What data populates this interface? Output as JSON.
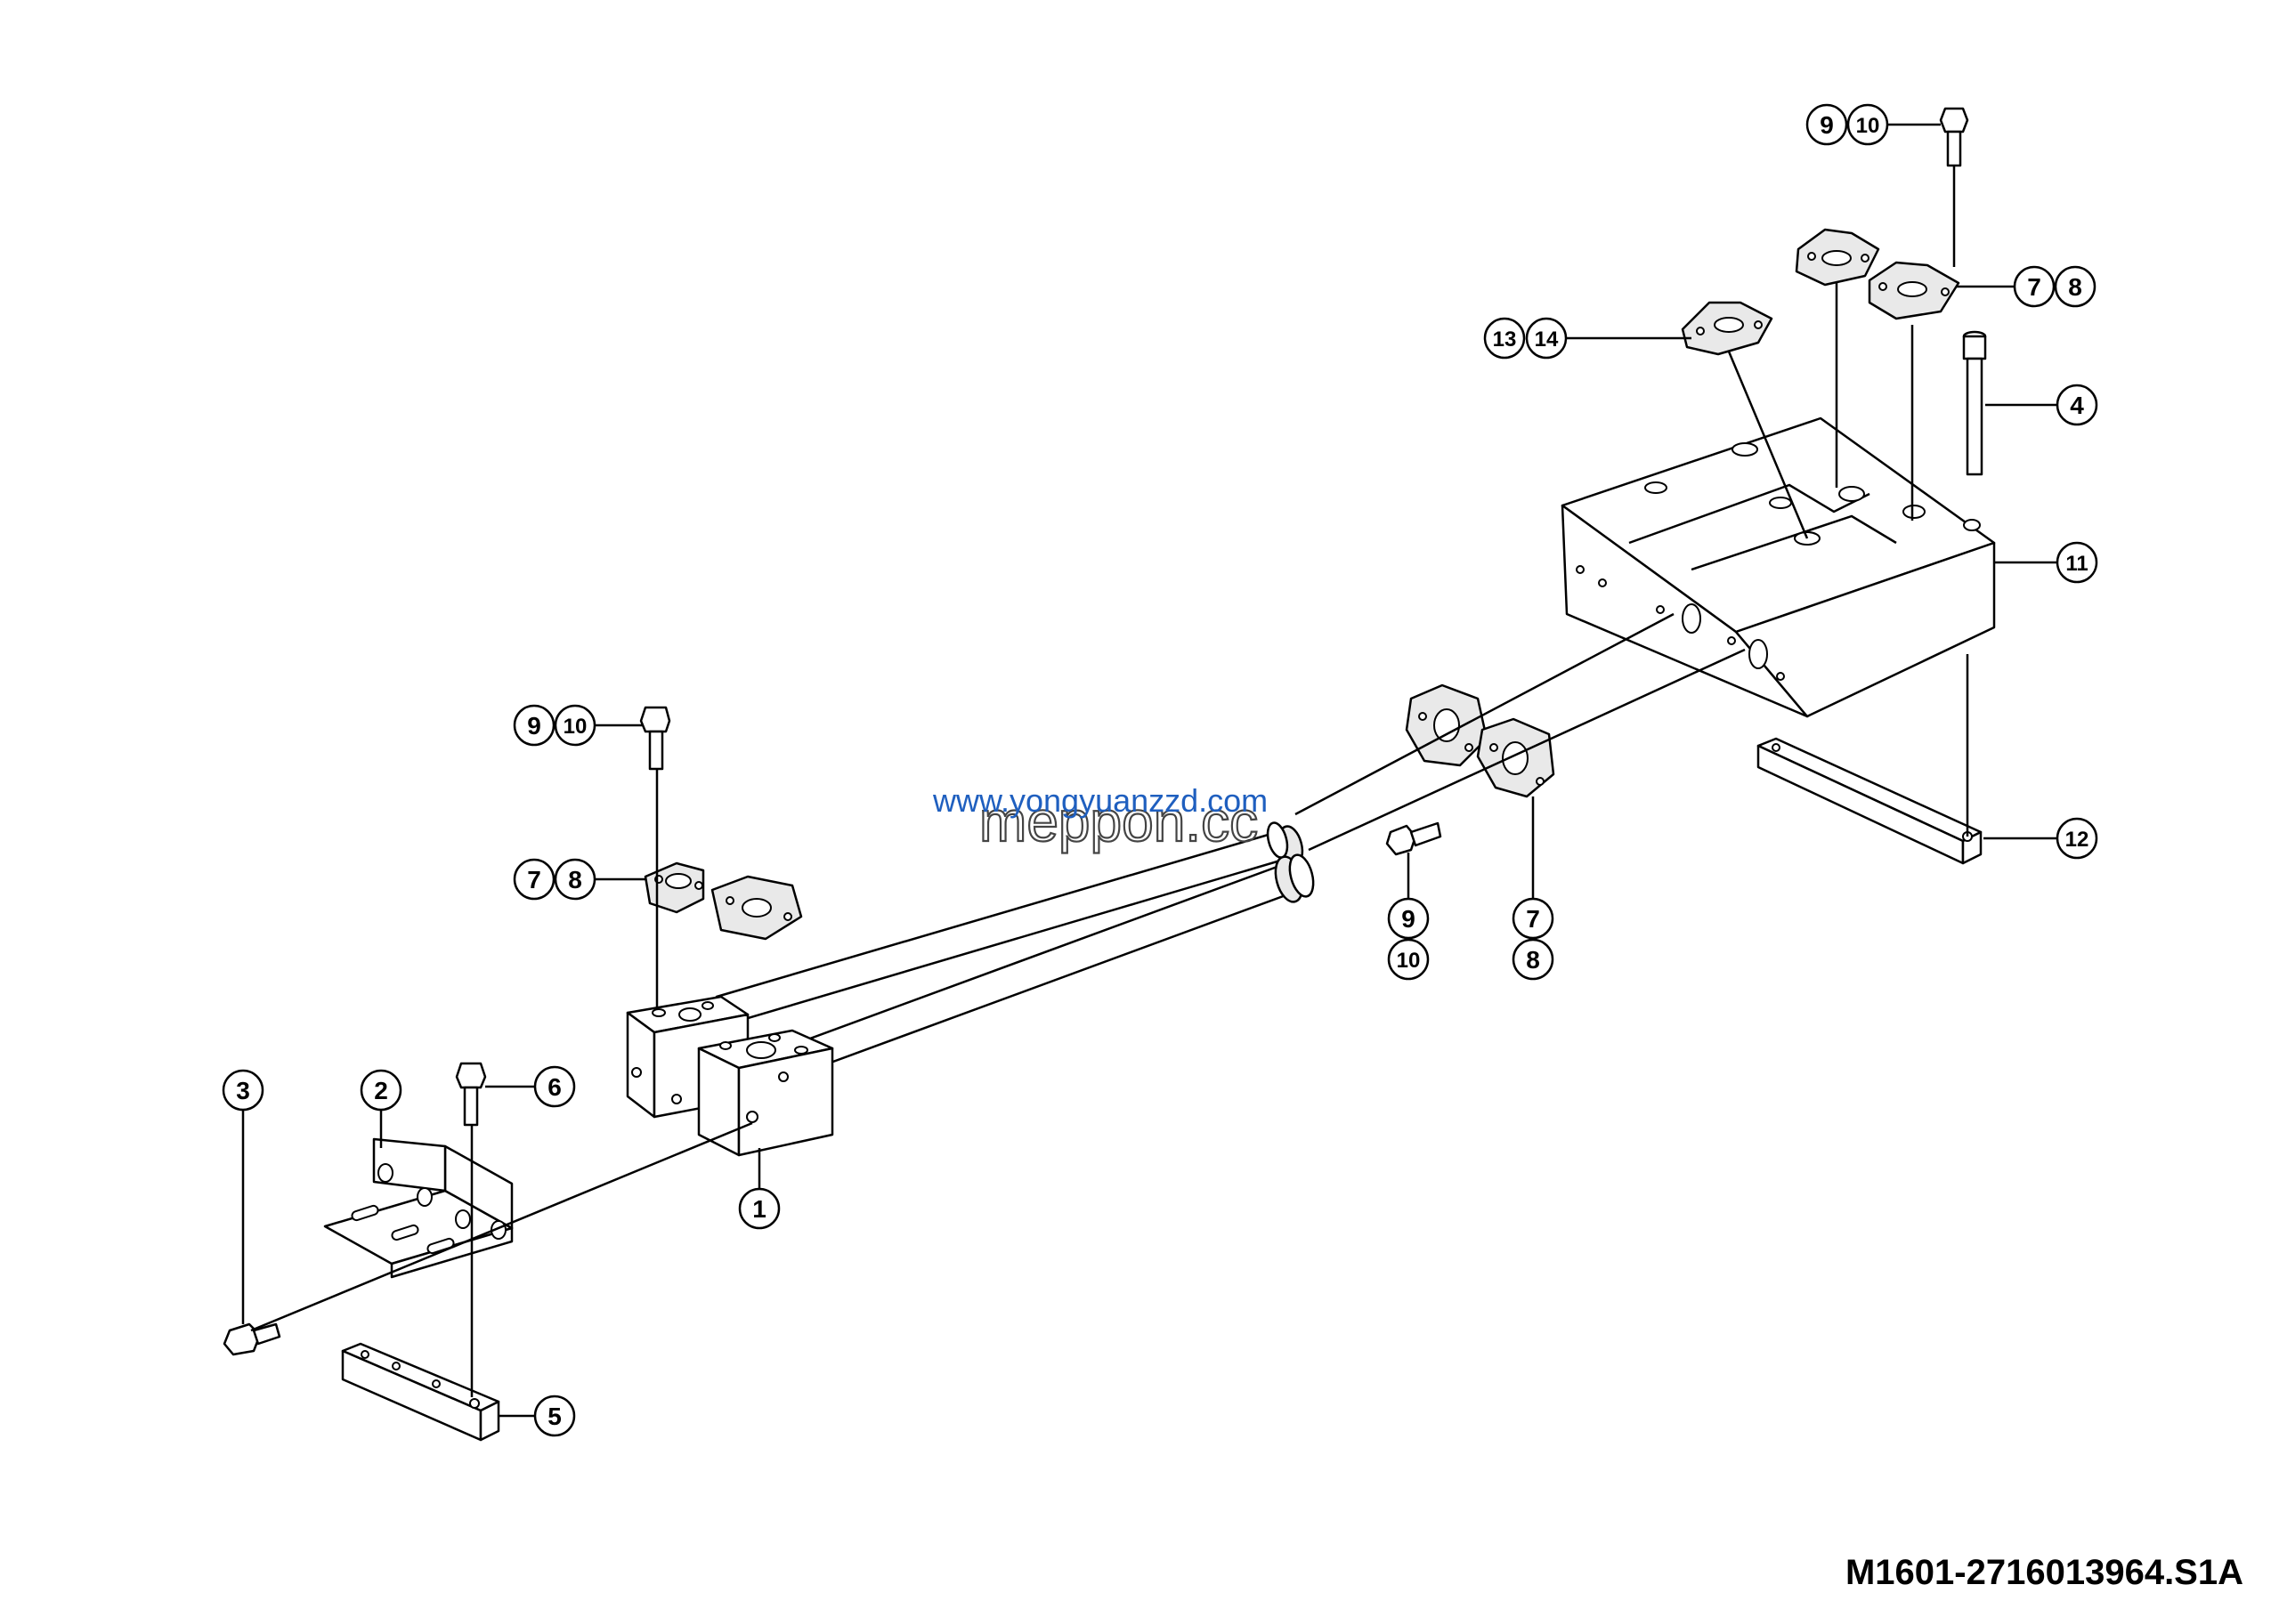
{
  "watermark": {
    "site": "www.yongyuanzzd.com",
    "overlay": "meppon.cc"
  },
  "document_id": "M1601-2716013964.S1A",
  "callouts": {
    "c1": "1",
    "c2": "2",
    "c3": "3",
    "c4": "4",
    "c5": "5",
    "c6": "6",
    "c7": "7",
    "c8": "8",
    "c9": "9",
    "c10": "10",
    "c11": "11",
    "c12": "12",
    "c13": "13",
    "c14": "14"
  }
}
